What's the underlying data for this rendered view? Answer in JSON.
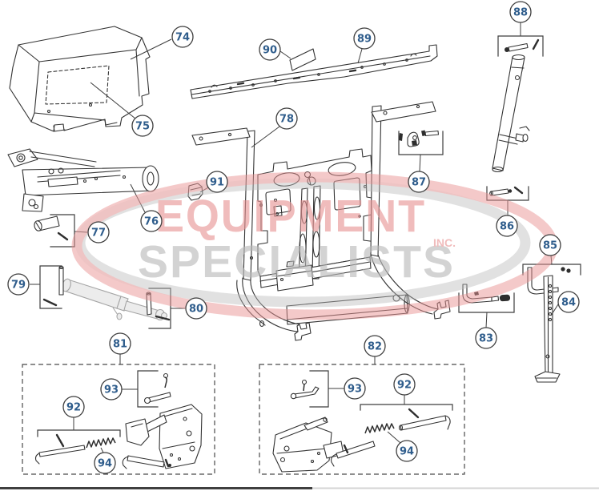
{
  "watermark": {
    "word1": "EQUIPMENT",
    "word2": "SPECIALISTS",
    "word3": "INC."
  },
  "colors": {
    "line-ink": "#333333",
    "callout-ink": "#2f5d8c",
    "wm-red": "#e89494",
    "wm-gray": "#b9b9b9",
    "divider-dark": "#3f3f3f",
    "divider-light": "#d4d4d4"
  },
  "callouts": {
    "c74": "74",
    "c75": "75",
    "c76": "76",
    "c77": "77",
    "c78": "78",
    "c79": "79",
    "c80": "80",
    "c81": "81",
    "c82": "82",
    "c83": "83",
    "c84": "84",
    "c85": "85",
    "c86": "86",
    "c87": "87",
    "c88": "88",
    "c89": "89",
    "c90": "90",
    "c91": "91",
    "c92a": "92",
    "c93a": "93",
    "c94a": "94",
    "c92b": "92",
    "c93b": "93",
    "c94b": "94"
  }
}
